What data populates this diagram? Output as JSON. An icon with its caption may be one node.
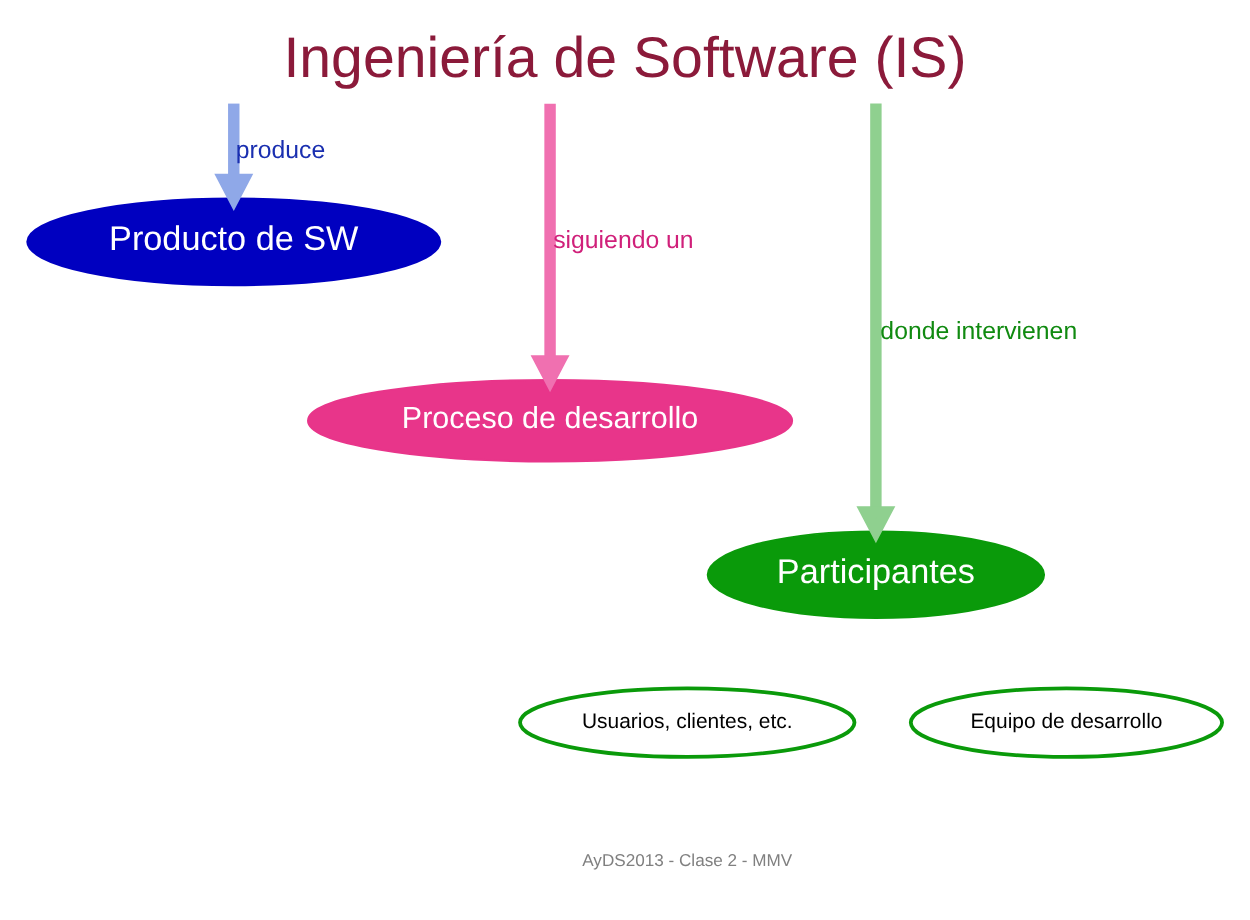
{
  "diagram": {
    "title": "Ingeniería de Software (IS)",
    "nodes": [
      {
        "text": [
          "Producto de SW"
        ]
      },
      {
        "text": [
          "Proceso de desarrollo"
        ]
      },
      {
        "text": [
          "Participantes"
        ]
      },
      {
        "text": [
          "Usuarios, clientes, etc."
        ]
      },
      {
        "text": [
          "Equipo de desarrollo"
        ]
      }
    ],
    "edges": [
      {
        "from": null,
        "to": 0,
        "arrow": "to",
        "label": "produce",
        "color": "#8fa8e8"
      },
      {
        "from": null,
        "to": 1,
        "arrow": "to",
        "label": "siguiendo un",
        "color": "#f070b0"
      },
      {
        "from": null,
        "to": 2,
        "arrow": "to",
        "label": "donde intervienen",
        "color": "#8fd08f"
      }
    ],
    "labels": [
      "AyDS2013 - Clase 2 - MMV"
    ]
  }
}
